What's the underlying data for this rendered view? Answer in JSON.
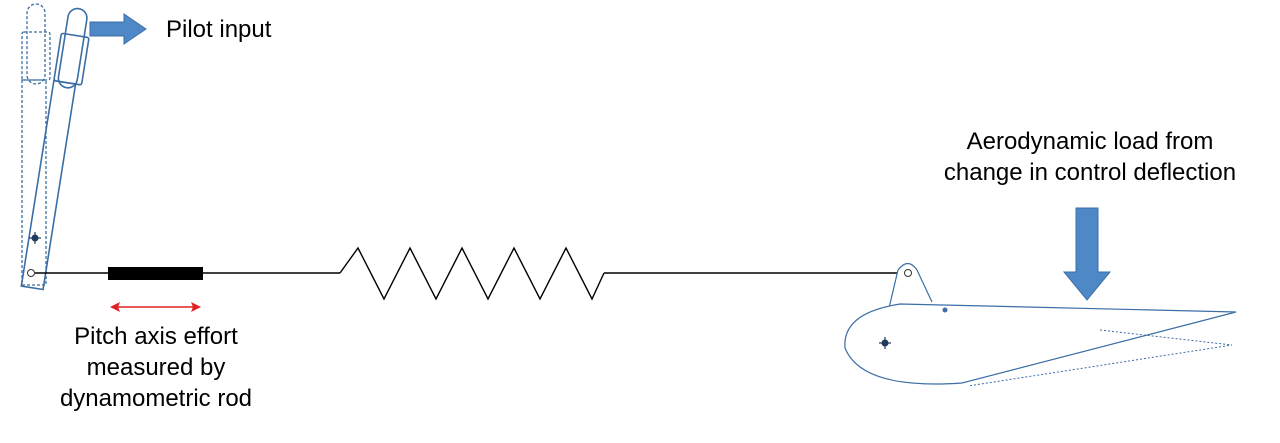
{
  "labels": {
    "pilot_input": "Pilot input",
    "aero_load": [
      "Aerodynamic load from",
      "change in control deflection"
    ],
    "pitch_effort": [
      "Pitch axis effort",
      "measured by",
      "dynamometric rod"
    ]
  },
  "colors": {
    "arrow_fill": "#4f88c6",
    "arrow_stroke": "#3c6fa6",
    "outline_blue": "#3a6ea5",
    "measure_arrow": "#e02020",
    "rod": "#000000",
    "line": "#000000"
  },
  "icons": {
    "pilot_input_arrow": "right-arrow-icon",
    "aero_load_arrow": "down-arrow-icon",
    "measurement_arrow": "double-arrow-icon",
    "pivot": "pivot-cross-icon"
  }
}
